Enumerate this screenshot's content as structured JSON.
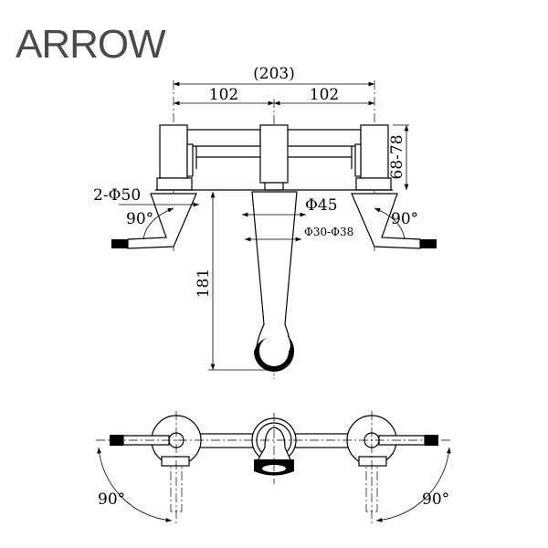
{
  "logo": "ARROW",
  "front_view": {
    "overall_width": "(203)",
    "left_spacing": "102",
    "right_spacing": "102",
    "height_range": "68-78",
    "spout_height": "181",
    "handle_base": "2-Φ50",
    "spout_base": "Φ45",
    "hole_range": "Φ30-Φ38",
    "left_rotation": "90°",
    "right_rotation": "90°"
  },
  "top_view": {
    "left_rotation": "90°",
    "right_rotation": "90°"
  }
}
